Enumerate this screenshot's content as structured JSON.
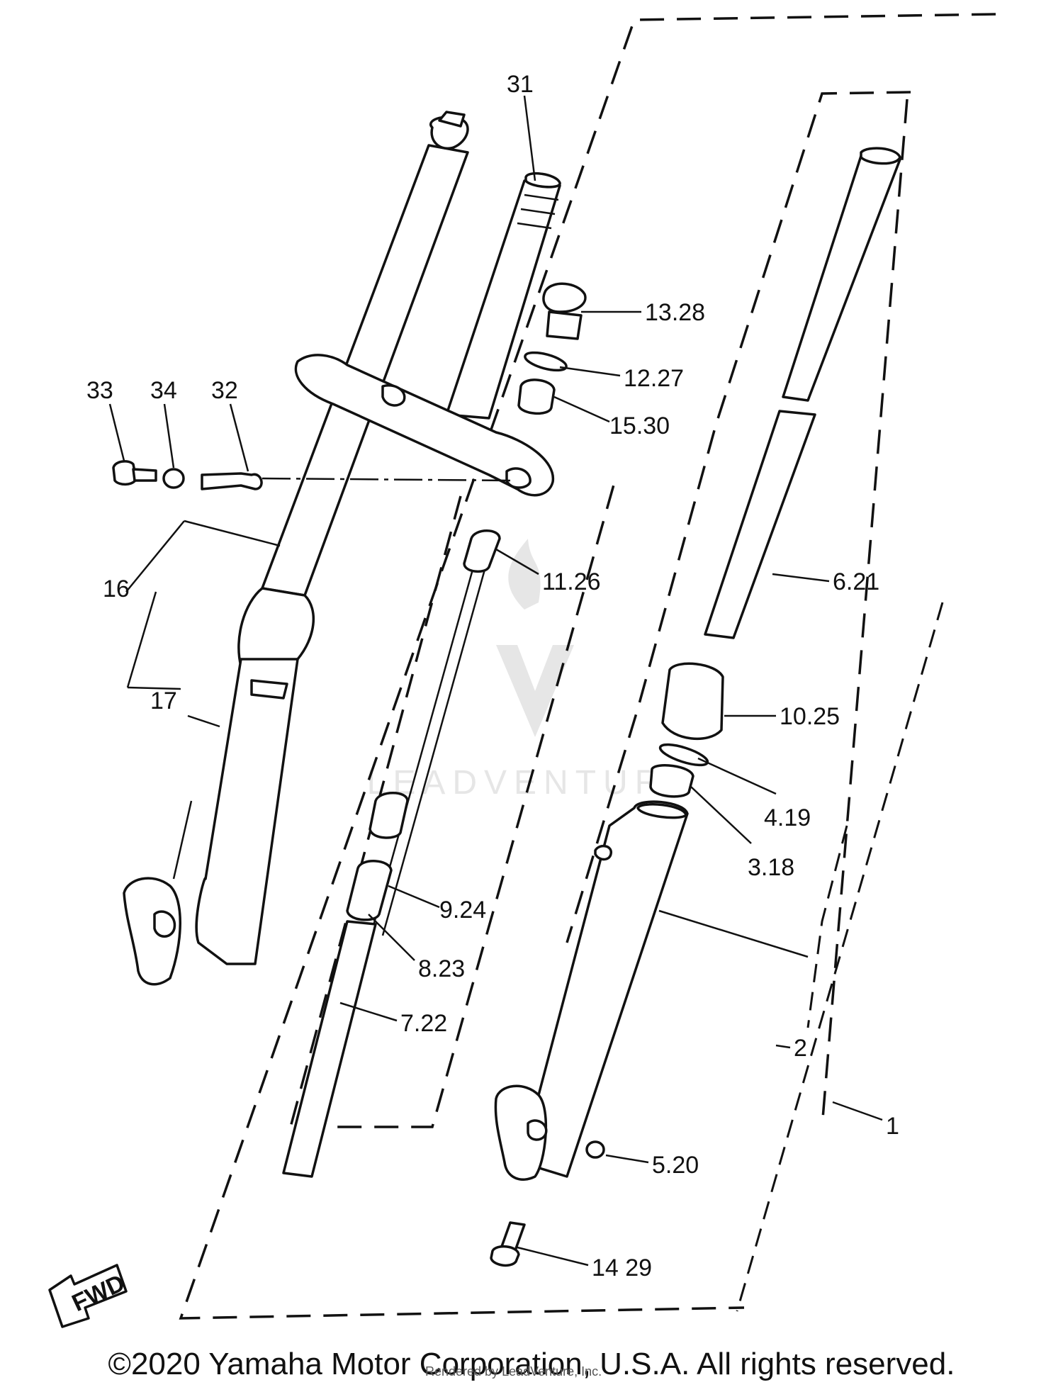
{
  "watermark": "LEADVENTURE",
  "labels": {
    "p31": "31",
    "p13_28": "13.28",
    "p12_27": "12.27",
    "p15_30": "15.30",
    "p33": "33",
    "p34": "34",
    "p32": "32",
    "p11_26": "11.26",
    "p6_21": "6.21",
    "p16": "16",
    "p17": "17",
    "p10_25": "10.25",
    "p4_19": "4.19",
    "p3_18": "3.18",
    "p9_24": "9.24",
    "p8_23": "8.23",
    "p7_22": "7.22",
    "p2": "2",
    "p1": "1",
    "p5_20": "5.20",
    "p14_29": "14 29",
    "fwd": "FWD"
  },
  "copyright": "©2020 Yamaha Motor Corporation, U.S.A. All rights reserved.",
  "rendered_by": "Rendered by LeadVenture, Inc."
}
